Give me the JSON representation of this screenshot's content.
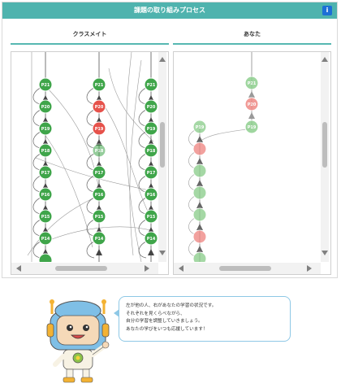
{
  "header": {
    "title": "課題の取り組みプロセス",
    "info_label": "i"
  },
  "columns": {
    "classmates": "クラスメイト",
    "you": "あなた"
  },
  "classmates_nodes": {
    "col1": [
      "P21",
      "P20",
      "P19",
      "P18",
      "P17",
      "P16",
      "P15",
      "P14"
    ],
    "col2": [
      "P21",
      "P20",
      "P19",
      "P18",
      "P17",
      "P16",
      "P15",
      "P14"
    ],
    "col3": [
      "P21",
      "P20",
      "P19",
      "P18",
      "P17",
      "P16",
      "P15",
      "P14"
    ]
  },
  "you_nodes": {
    "top": [
      "P21",
      "P20",
      "P19"
    ],
    "bottom": [
      "P19",
      "",
      "",
      "",
      "",
      "",
      ""
    ]
  },
  "message": {
    "lines": [
      "左が他の人、右があなたの学習の状況です。",
      "それぞれを見くらべながら、",
      "自分の学習を調整していきましょう。",
      "あなたの学びをいつも応援しています！"
    ]
  }
}
